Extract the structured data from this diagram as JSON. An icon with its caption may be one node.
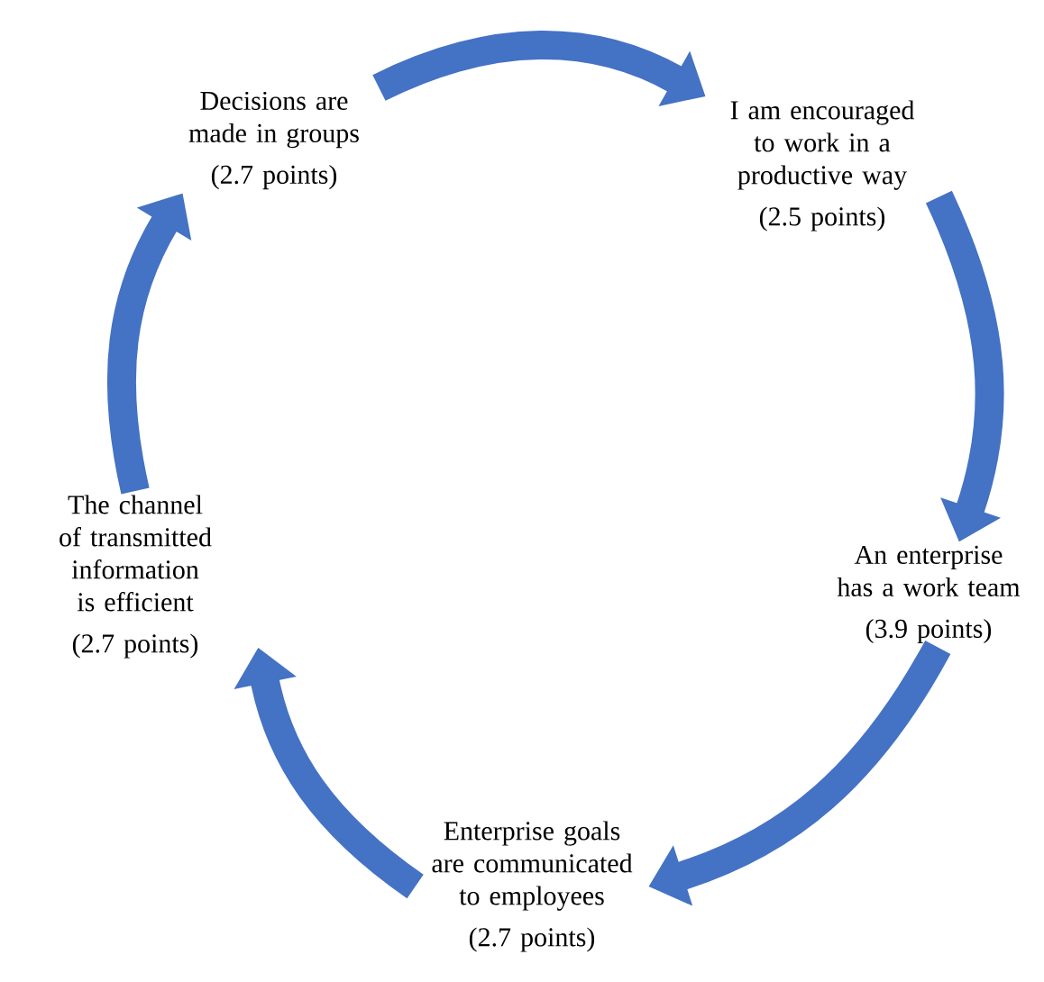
{
  "diagram": {
    "nodes": [
      {
        "text": [
          "Decisions are made in groups",
          "(2.7 points)"
        ]
      },
      {
        "text": [
          "I am encouraged to work in a productive way",
          "(2.5 points)"
        ]
      },
      {
        "text": [
          "An enterprise has a work team",
          "(3.9 points)"
        ]
      },
      {
        "text": [
          "Enterprise goals are communicated to employees",
          "(2.7 points)"
        ]
      },
      {
        "text": [
          "The channel of transmitted information is efficient",
          "(2.7 points)"
        ]
      }
    ],
    "edges": [
      {
        "from": 0,
        "to": 1,
        "arrow": "to"
      },
      {
        "from": 1,
        "to": 2,
        "arrow": "to"
      },
      {
        "from": 2,
        "to": 3,
        "arrow": "to"
      },
      {
        "from": 3,
        "to": 4,
        "arrow": "to"
      },
      {
        "from": 4,
        "to": 0,
        "arrow": "to"
      }
    ]
  }
}
